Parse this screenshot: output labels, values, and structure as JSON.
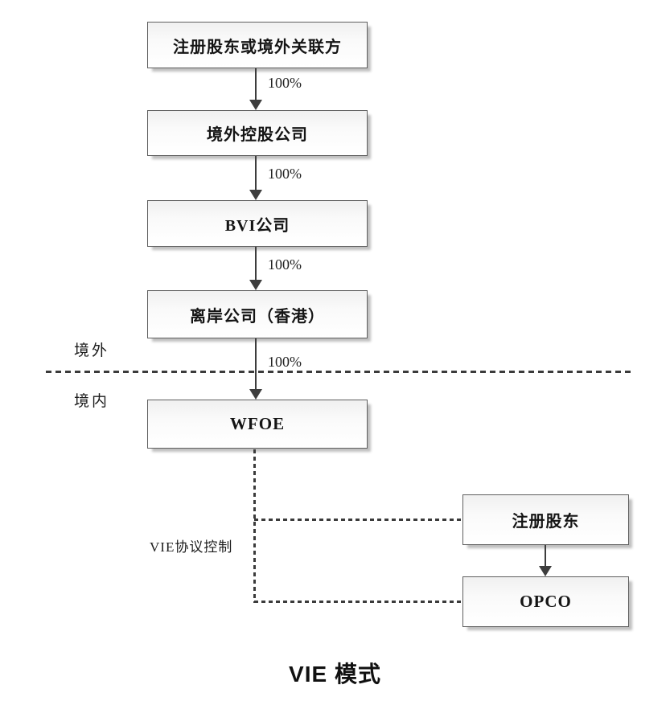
{
  "diagram": {
    "title": "VIE 模式",
    "offshore_label": "境外",
    "onshore_label": "境内",
    "vie_control_label": "VIE协议控制",
    "chain": [
      {
        "label": "注册股东或境外关联方"
      },
      {
        "label": "境外控股公司"
      },
      {
        "label": "BVI公司"
      },
      {
        "label": "离岸公司（香港）"
      },
      {
        "label": "WFOE"
      }
    ],
    "ownership_labels": [
      "100%",
      "100%",
      "100%",
      "100%"
    ],
    "onshore_entities": [
      {
        "label": "注册股东"
      },
      {
        "label": "OPCO"
      }
    ],
    "colors": {
      "box_border": "#5f5f5f",
      "box_fill": "#f5f5f5",
      "line": "#3d3d3d",
      "shadow": "#bfbfbf",
      "text": "#1c1c1c"
    }
  }
}
